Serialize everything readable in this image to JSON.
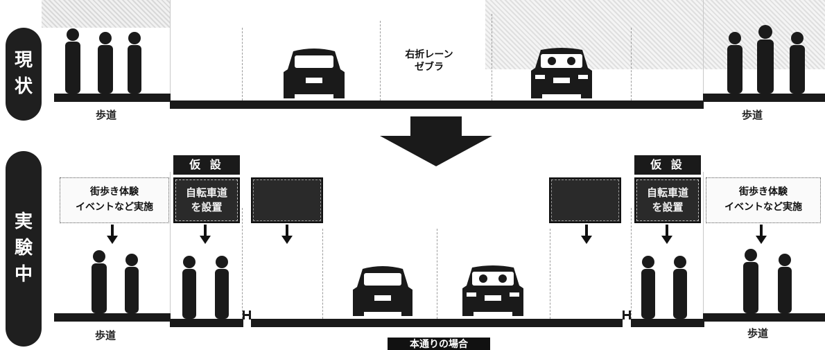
{
  "sidebar": {
    "current": [
      "現",
      "状"
    ],
    "experiment": [
      "実",
      "験",
      "中"
    ]
  },
  "top": {
    "sidewalk_left": "歩道",
    "sidewalk_right": "歩道",
    "center_label_line1": "右折レーン",
    "center_label_line2": "ゼブラ"
  },
  "bottom": {
    "sidewalk_left": "歩道",
    "sidewalk_right": "歩道",
    "temp_label_left": "仮 設",
    "temp_label_right": "仮 設",
    "event_box_left_line1": "街歩き体験",
    "event_box_left_line2": "イベントなど実施",
    "event_box_right_line1": "街歩き体験",
    "event_box_right_line2": "イベントなど実施",
    "bike_box_left_line1": "自転車道",
    "bike_box_left_line2": "を設置",
    "bike_box_right_line1": "自転車道",
    "bike_box_right_line2": "を設置",
    "footer": "本通りの場合"
  },
  "icons": {
    "transition_arrow": "down-arrow-icon",
    "car": "car-icon",
    "person": "person-icon"
  },
  "colors": {
    "dark": "#1a1a1a",
    "text": "#222222",
    "light_box": "#fafafa"
  }
}
